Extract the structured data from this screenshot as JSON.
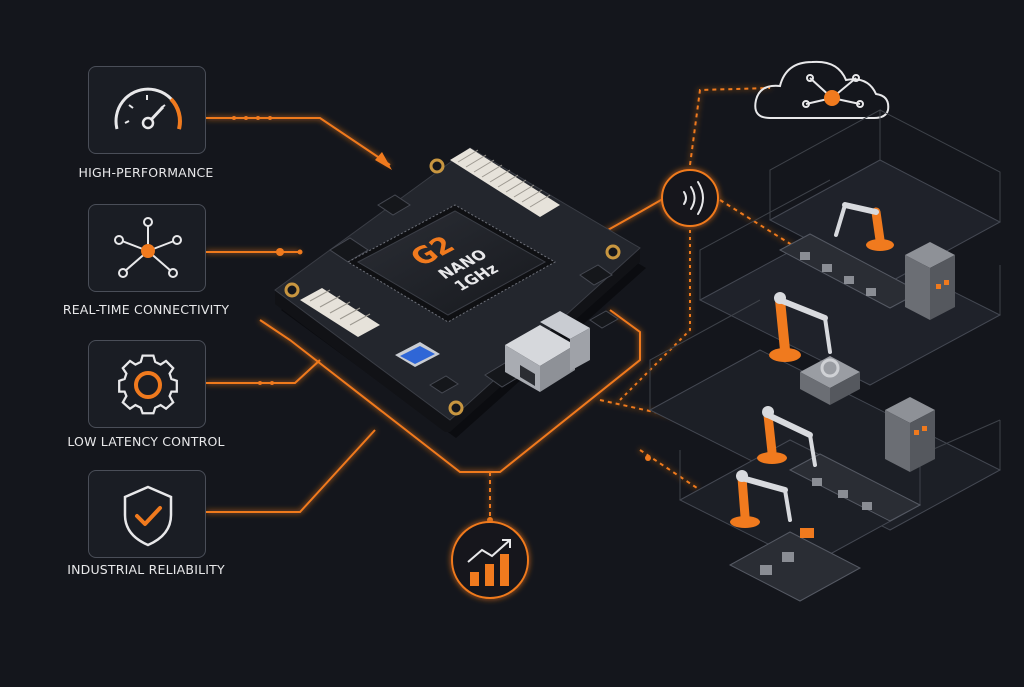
{
  "colors": {
    "background": "#14161c",
    "accent": "#f07a1e",
    "board": "#23262d",
    "box_border": "#4a4e58",
    "text": "#e8e8ea"
  },
  "features": [
    {
      "label": "HIGH-PERFORMANCE",
      "icon": "speedometer-icon"
    },
    {
      "label": "REAL-TIME CONNECTIVITY",
      "icon": "network-node-icon"
    },
    {
      "label": "LOW LATENCY CONTROL",
      "icon": "gear-icon"
    },
    {
      "label": "INDUSTRIAL RELIABILITY",
      "icon": "shield-check-icon"
    }
  ],
  "chip": {
    "brand": "G2",
    "line1": "NANO",
    "line2": "1GHz"
  },
  "icons": {
    "cloud": "cloud-network-icon",
    "wireless": "wireless-signal-icon",
    "growth": "growth-chart-icon",
    "factory": "robotic-factory-illustration"
  }
}
